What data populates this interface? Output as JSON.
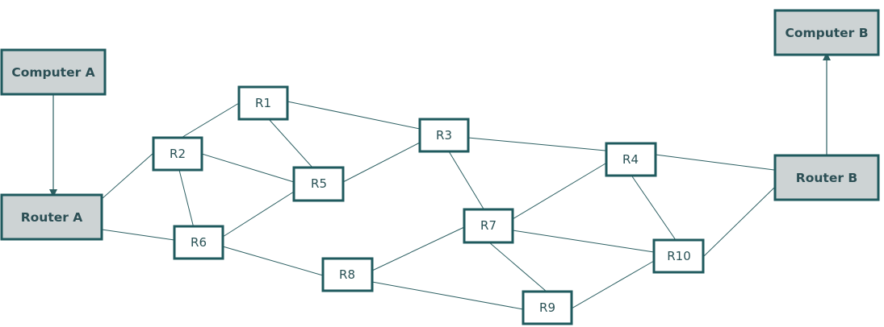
{
  "colors": {
    "stroke": "#1f5a5e",
    "line": "#2c5f62",
    "host_fill": "#cdd3d4",
    "text": "#2a5256"
  },
  "nodes": {
    "computer_a": "Computer A",
    "router_a": "Router A",
    "computer_b": "Computer B",
    "router_b": "Router B",
    "r1": "R1",
    "r2": "R2",
    "r3": "R3",
    "r4": "R4",
    "r5": "R5",
    "r6": "R6",
    "r7": "R7",
    "r8": "R8",
    "r9": "R9",
    "r10": "R10"
  },
  "links": [
    [
      "computer_a",
      "router_a"
    ],
    [
      "router_b",
      "computer_b"
    ],
    [
      "router_a",
      "r2"
    ],
    [
      "router_a",
      "r6"
    ],
    [
      "r2",
      "r1"
    ],
    [
      "r2",
      "r5"
    ],
    [
      "r2",
      "r6"
    ],
    [
      "r1",
      "r5"
    ],
    [
      "r1",
      "r3"
    ],
    [
      "r5",
      "r3"
    ],
    [
      "r5",
      "r6"
    ],
    [
      "r6",
      "r8"
    ],
    [
      "r3",
      "r7"
    ],
    [
      "r3",
      "r4"
    ],
    [
      "r4",
      "router_b"
    ],
    [
      "r4",
      "r7"
    ],
    [
      "r4",
      "r10"
    ],
    [
      "r7",
      "r8"
    ],
    [
      "r7",
      "r9"
    ],
    [
      "r7",
      "r10"
    ],
    [
      "r8",
      "r9"
    ],
    [
      "r9",
      "r10"
    ],
    [
      "r10",
      "router_b"
    ]
  ]
}
